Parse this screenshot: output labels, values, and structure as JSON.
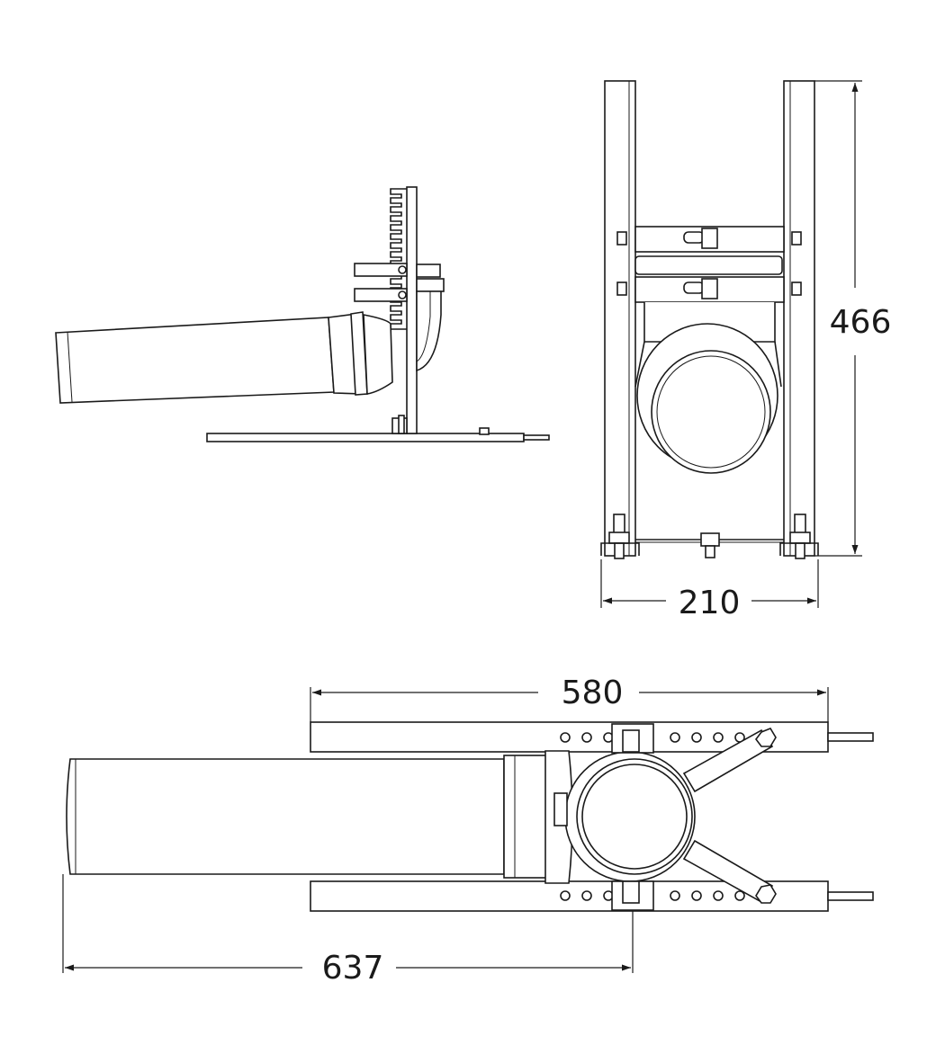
{
  "drawing": {
    "dimensions": {
      "height": "466",
      "width_front": "210",
      "span": "580",
      "total_length": "637"
    }
  }
}
